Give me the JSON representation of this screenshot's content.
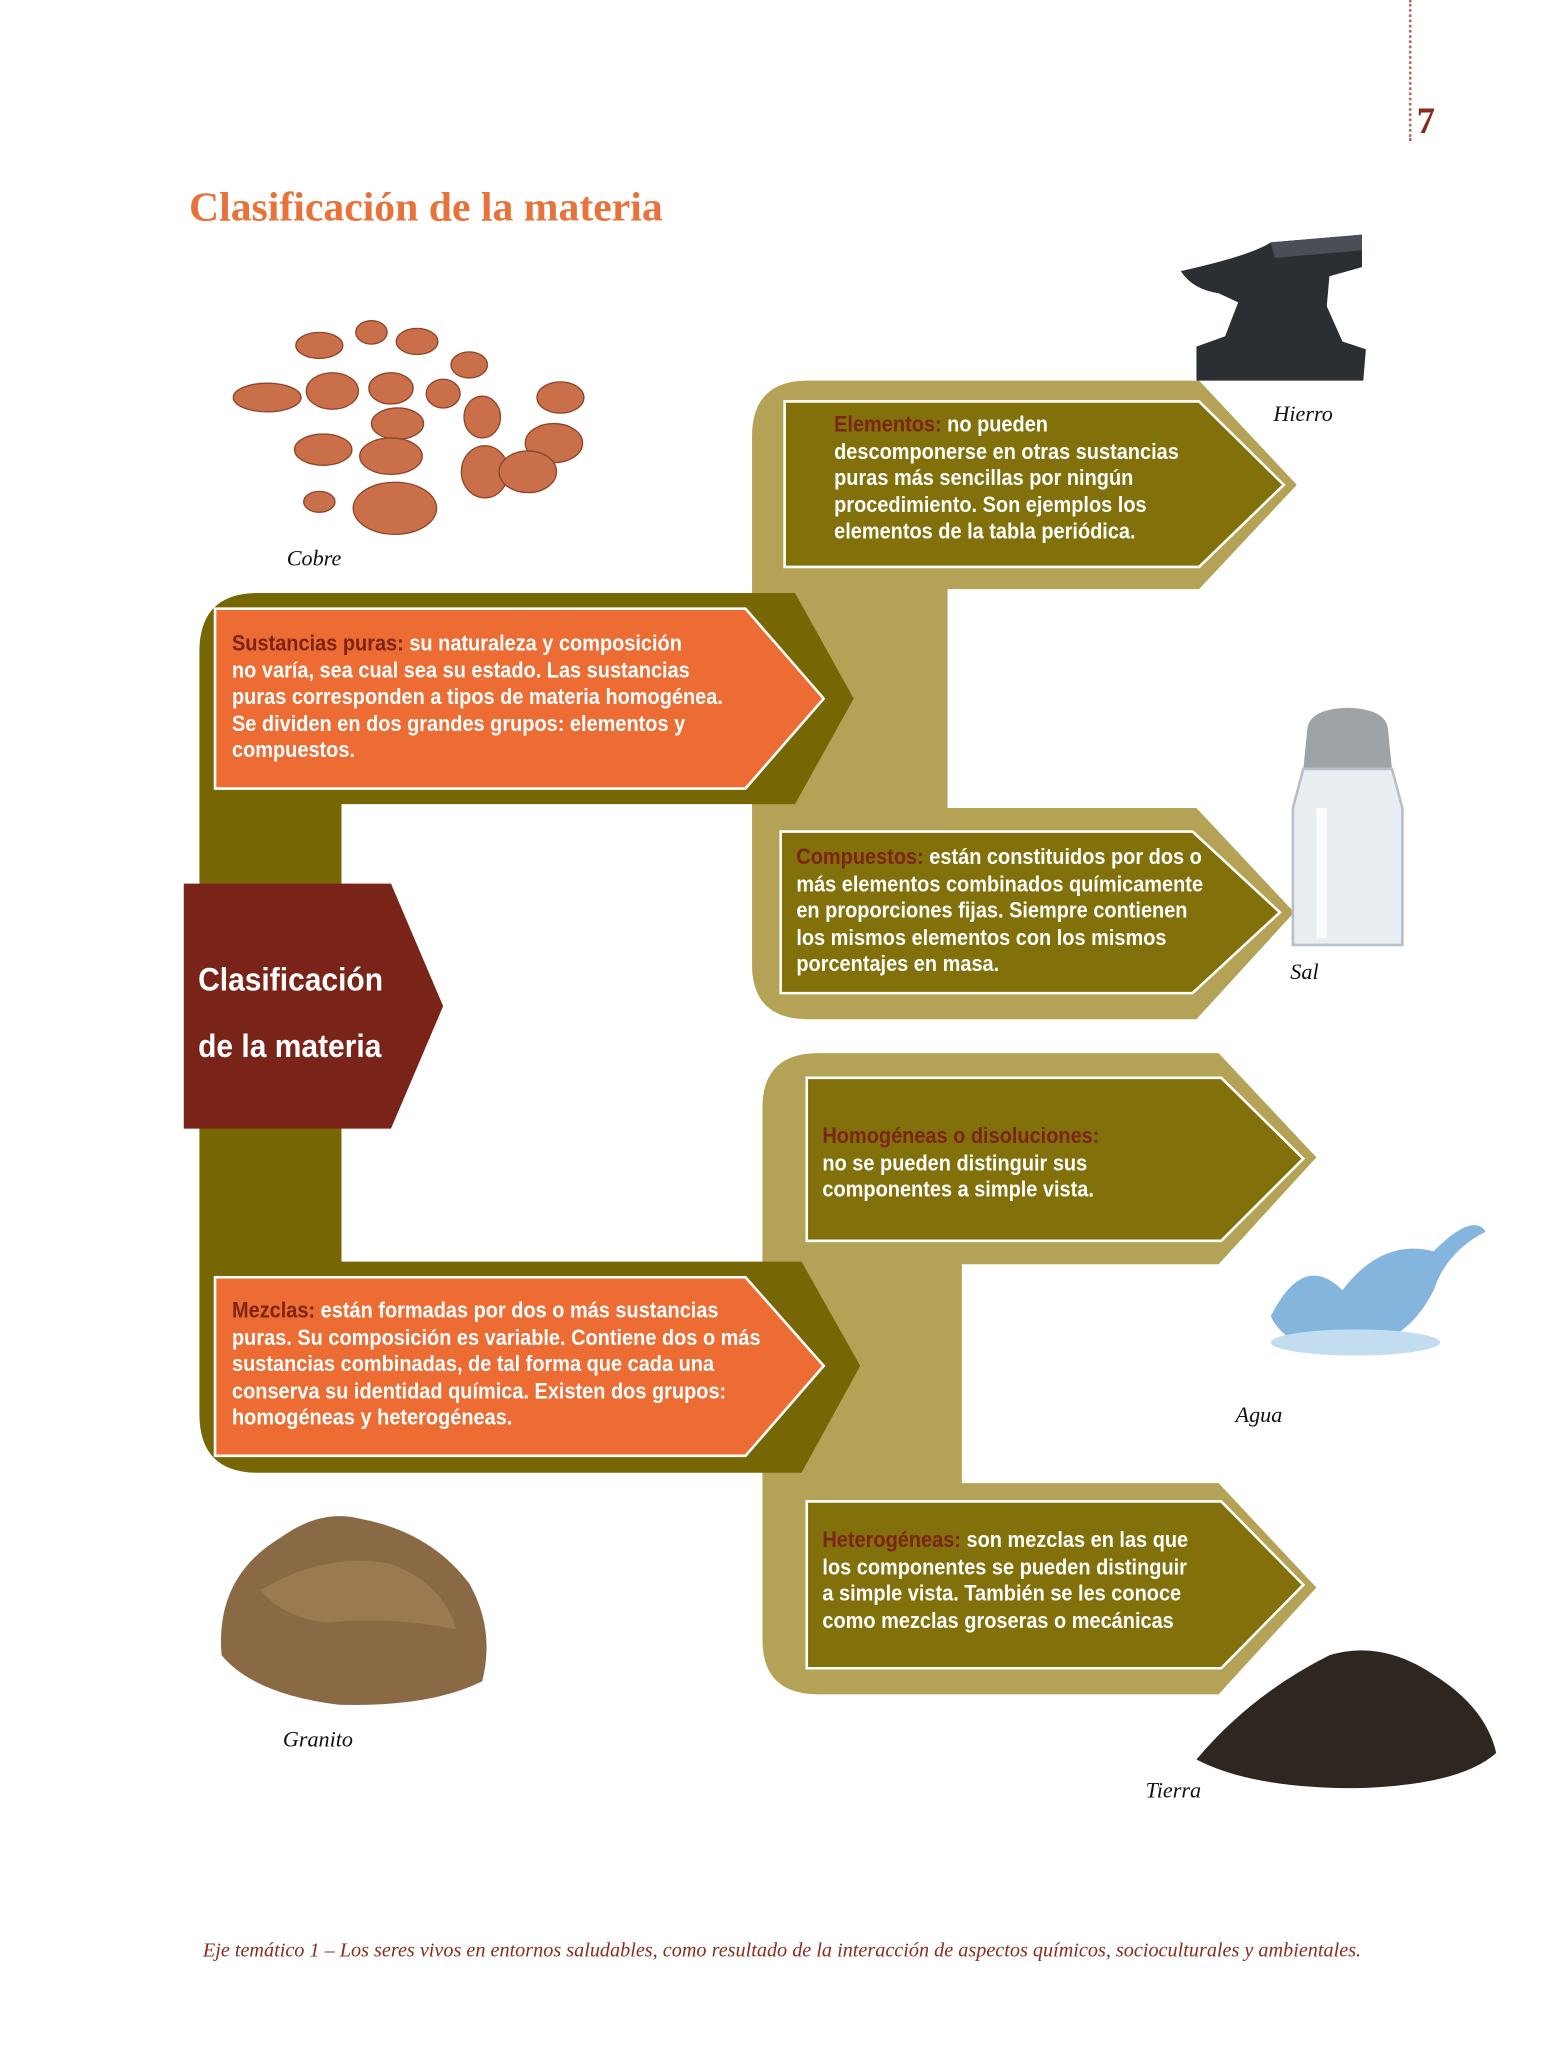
{
  "header": {
    "page_number": "7",
    "title": "Clasificación de la materia"
  },
  "root": {
    "lines": [
      "Clasificación",
      "de la materia"
    ]
  },
  "boxes": {
    "sustancias": {
      "label": "Sustancias puras:",
      "lines": [
        " su naturaleza y composición",
        "no varía, sea cual sea su estado. Las sustancias",
        "puras corresponden a tipos de materia homogénea.",
        "Se dividen en dos grandes grupos: elementos y",
        "compuestos."
      ]
    },
    "mezclas": {
      "label": "Mezclas:",
      "lines": [
        " están formadas por dos o más sustancias",
        "puras. Su composición es variable. Contiene dos o más",
        "sustancias combinadas, de tal forma que cada una",
        "conserva su identidad química. Existen dos grupos:",
        "homogéneas y heterogéneas."
      ]
    },
    "elementos": {
      "label": "Elementos:",
      "lines": [
        " no pueden",
        "descomponerse en otras sustancias",
        "puras más sencillas por ningún",
        "procedimiento. Son ejemplos  los",
        "elementos de la tabla periódica."
      ]
    },
    "compuestos": {
      "label": "Compuestos:",
      "lines": [
        " están constituidos por dos o",
        "más elementos combinados químicamente",
        "en proporciones fijas. Siempre contienen",
        "los mismos elementos con los mismos",
        "porcentajes en masa."
      ]
    },
    "homogeneas": {
      "label": "Homogéneas o disoluciones:",
      "lines": [
        "",
        "no se pueden distinguir sus",
        "componentes a simple vista."
      ]
    },
    "heterogeneas": {
      "label": "Heterogéneas:",
      "lines": [
        " son mezclas en las que",
        "los componentes se pueden distinguir",
        "a simple vista. También se les conoce",
        "como mezclas groseras o mecánicas"
      ]
    }
  },
  "captions": {
    "cobre": "Cobre",
    "hierro": "Hierro",
    "sal": "Sal",
    "agua": "Agua",
    "granito": "Granito",
    "tierra": "Tierra"
  },
  "footer": "Eje temático 1 – Los seres vivos en entornos saludables, como resultado de la interacción de aspectos químicos, socioculturales y ambientales.",
  "colors": {
    "orange": "#ec6c33",
    "olive_dark": "#776704",
    "olive_box": "#82700a",
    "tan": "#b4a256",
    "red": "#7a2419",
    "title": "#e8733a"
  }
}
